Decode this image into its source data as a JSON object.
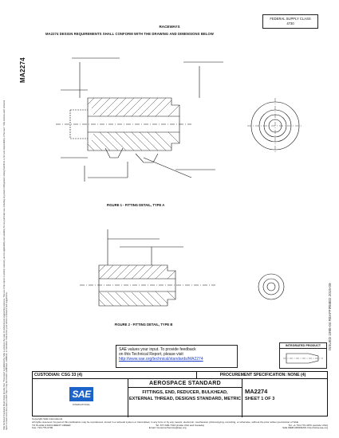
{
  "doc": {
    "left_notes": "SAE Technical Standards Board Rules provide that: \"This report is published by SAE to advance the state of technical and engineering sciences. The use of this report is entirely voluntary, and its applicability and suitability for any particular use, including any patent infringement arising therefrom, is the sole responsibility of the user.\" SAE reviews each technical report at least every five years at which time it may be revised, reaffirmed, stabilized, or cancelled. SAE invites your written comments and suggestions.",
    "ma_code_vertical": "MA2274",
    "right_meta": "ISSUED 1995-04    REAFFIRMED 2015-09",
    "supply_class_line1": "FEDERAL SUPPLY CLASS",
    "supply_class_line2": "4730",
    "drawing_title": "RACEWAYS",
    "drawing_note": "MA2274 DESIGN REQUIREMENTS SHALL CONFORM WITH THE DRAWING AND DIMENSIONS BELOW",
    "caption_1": "FIGURE 1 - FITTING DETAIL, TYPE A",
    "caption_2": "FIGURE 2 - FITTING DETAIL, TYPE B",
    "feedback_line1": "SAE values your input. To provide feedback",
    "feedback_line2": "on this Technical Report, please visit",
    "feedback_link": "http://www.sae.org/technical/standards/MA2274",
    "inset_header": "INTEGRATED PRODUCT",
    "customer": "CUSTODIAN: CSG 33 (4)",
    "procurement": "PROCUREMENT SPECIFICATION: NONE (4)",
    "sae_logo": "SAE",
    "sae_sub": "INTERNATIONAL",
    "std_title": "AEROSPACE STANDARD",
    "desc_line1": "FITTINGS, END, REDUCER, BULKHEAD,",
    "desc_line2": "EXTERNAL THREAD, DESIGNS STANDARD, METRIC",
    "code": "MA2274",
    "sheet": "SHEET 1 OF 3",
    "footer_copyright": "Copyright SAE International",
    "footer_rights": "All rights reserved. No part of this publication may be reproduced, stored in a retrieval system or transmitted, in any form or by any means, electronic, mechanical, photocopying, recording, or otherwise, without the prior written permission of SAE.",
    "footer_orders": "TO PLACE A DOCUMENT ORDER:",
    "footer_tel": "Tel: 877-606-7323 (inside USA and Canada)",
    "footer_tel2": "Tel: +1 724-776-4970 (outside USA)",
    "footer_fax": "Fax: 724-776-0790",
    "footer_email": "Email: CustomerService@sae.org",
    "footer_web": "SAE WEB ADDRESS: http://www.sae.org"
  }
}
